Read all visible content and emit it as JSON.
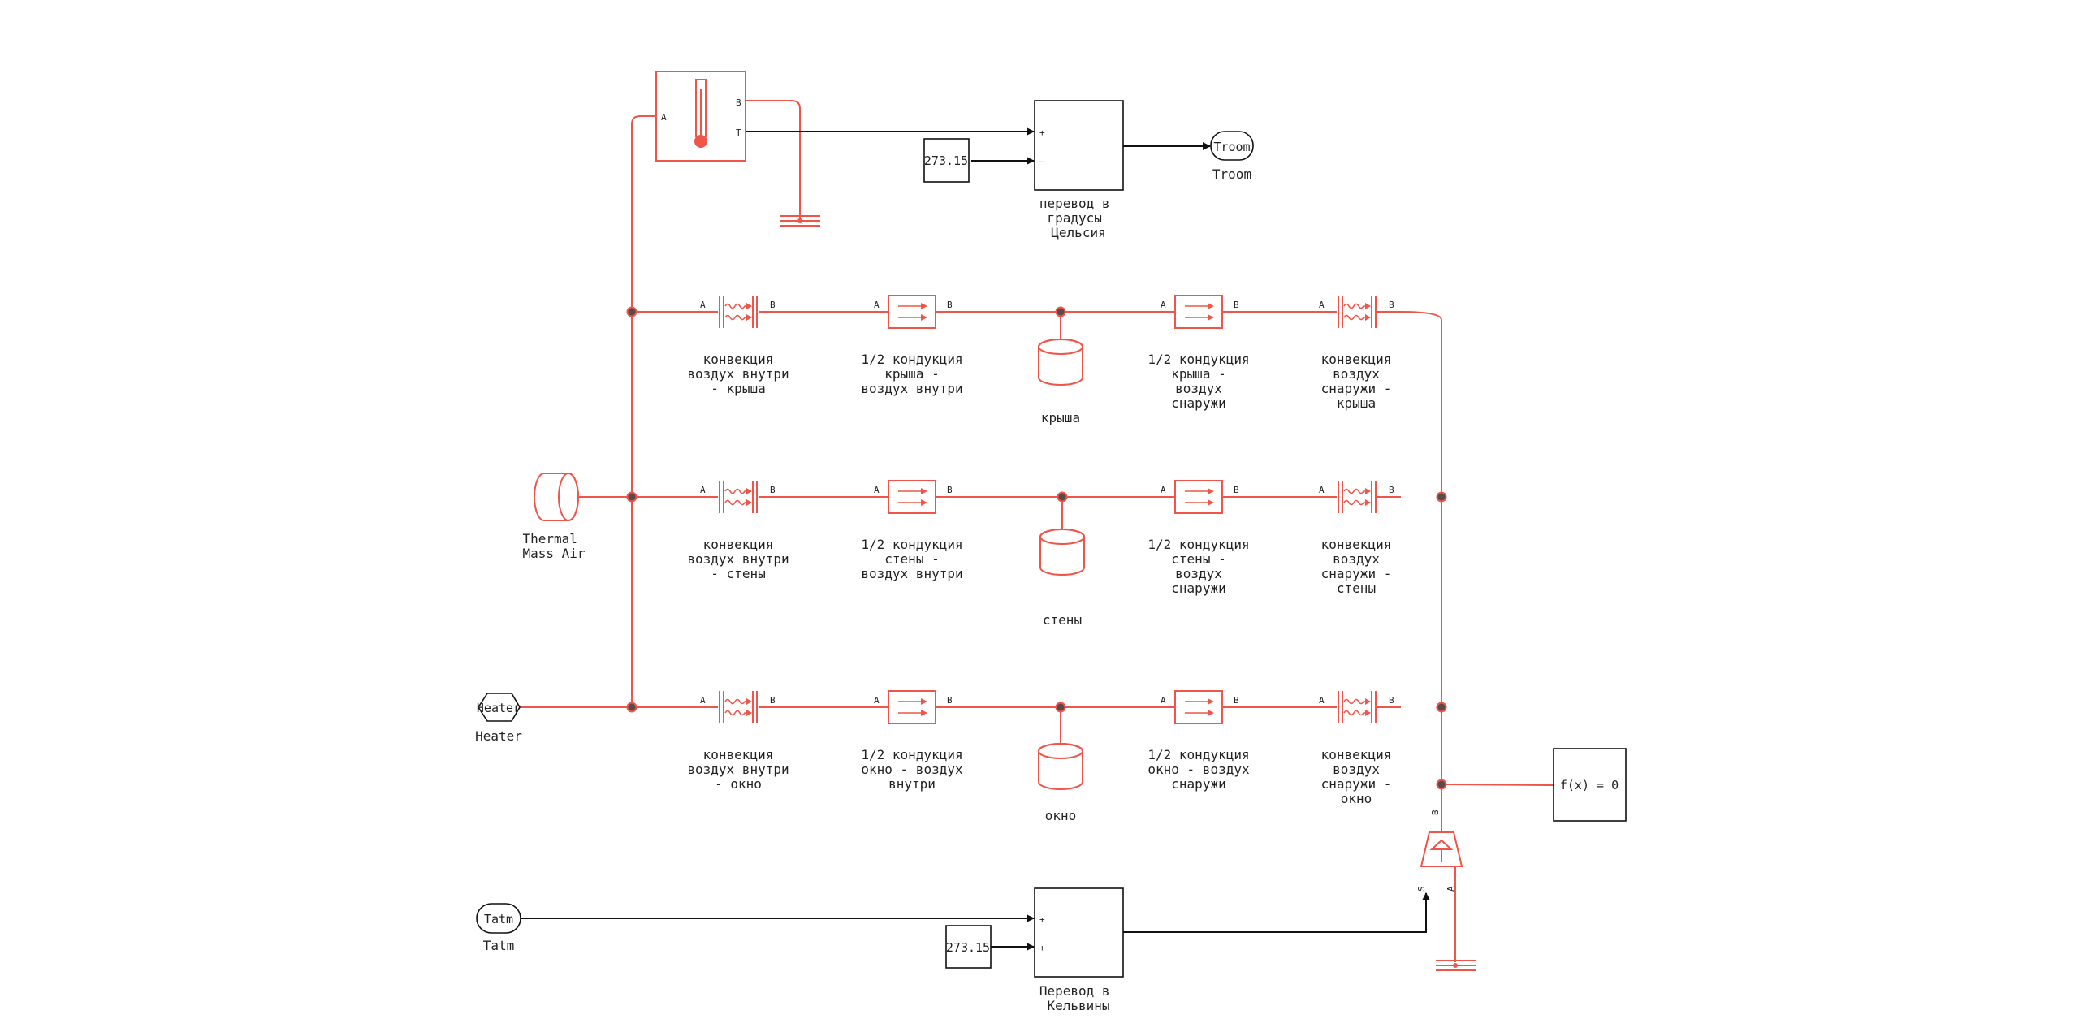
{
  "sensor": {
    "port_a": "A",
    "port_b": "B",
    "port_t": "T"
  },
  "to_celsius": {
    "label": [
      "перевод в",
      "градусы",
      "Цельсия"
    ],
    "plus": "+",
    "minus": "–",
    "const": "273.15"
  },
  "troom": {
    "tag": "Troom",
    "label": "Troom"
  },
  "thermal_mass": {
    "label": [
      "Thermal",
      "Mass Air"
    ]
  },
  "heater": {
    "tag": "Heater",
    "label": "Heater"
  },
  "tatm": {
    "tag": "Tatm",
    "label": "Tatm"
  },
  "to_kelvin": {
    "label": [
      "Перевод в",
      "Кельвины"
    ],
    "plus1": "+",
    "plus2": "+",
    "const": "273.15"
  },
  "solver": {
    "label": "f(x) = 0"
  },
  "temp_source": {
    "port_b": "B",
    "port_s": "S",
    "port_a": "A"
  },
  "ports": {
    "a": "A",
    "b": "B"
  },
  "rows": [
    {
      "conv_in": [
        "конвекция",
        "воздух внутри",
        "- крыша"
      ],
      "cond_in": [
        "1/2 кондукция",
        "крыша -",
        "воздух внутри"
      ],
      "mass": [
        "крыша"
      ],
      "cond_out": [
        "1/2 кондукция",
        "крыша -",
        "воздух",
        "снаружи"
      ],
      "conv_out": [
        "конвекция",
        "воздух",
        "снаружи -",
        "крыша"
      ]
    },
    {
      "conv_in": [
        "конвекция",
        "воздух внутри",
        "- стены"
      ],
      "cond_in": [
        "1/2 кондукция",
        "стены -",
        "воздух внутри"
      ],
      "mass": [
        "стены"
      ],
      "cond_out": [
        "1/2 кондукция",
        "стены -",
        "воздух",
        "снаружи"
      ],
      "conv_out": [
        "конвекция",
        "воздух",
        "снаружи -",
        "стены"
      ]
    },
    {
      "conv_in": [
        "конвекция",
        "воздух внутри",
        "- окно"
      ],
      "cond_in": [
        "1/2 кондукция",
        "окно - воздух",
        "внутри"
      ],
      "mass": [
        "окно"
      ],
      "cond_out": [
        "1/2 кондукция",
        "окно - воздух",
        "снаружи"
      ],
      "conv_out": [
        "конвекция",
        "воздух",
        "снаружи -",
        "окно"
      ]
    }
  ]
}
